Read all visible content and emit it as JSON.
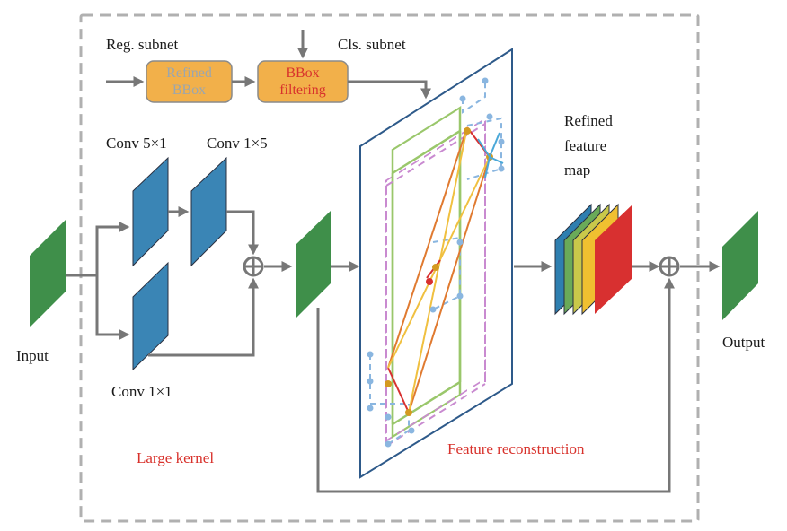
{
  "labels": {
    "input": "Input",
    "output": "Output",
    "reg_subnet": "Reg. subnet",
    "cls_subnet": "Cls. subnet",
    "refined_bbox_line1": "Refined",
    "refined_bbox_line2": "BBox",
    "bbox_filtering_line1": "BBox",
    "bbox_filtering_line2": "filtering",
    "conv_5x1": "Conv   5×1",
    "conv_1x5": "Conv   1×5",
    "conv_1x1": "Conv   1×1",
    "refined_feature_line1": "Refined",
    "refined_feature_line2": "feature",
    "refined_feature_line3": "map",
    "large_kernel": "Large kernel",
    "feature_reconstruction": "Feature reconstruction"
  },
  "colors": {
    "green_map": "#3f8f4a",
    "blue_conv": "#3a85b5",
    "orange_box": "#f2b04a",
    "arrow_gray": "#777777",
    "dashed_border": "#b0b0b0",
    "red_text": "#d8322c",
    "refined_bbox_text": "#9aa6b0",
    "stack_colors": [
      "#2e7fb0",
      "#6aaa58",
      "#c9c84a",
      "#f0c030",
      "#d83030"
    ]
  },
  "icons": {
    "sum_node": "circle-plus-icon"
  }
}
